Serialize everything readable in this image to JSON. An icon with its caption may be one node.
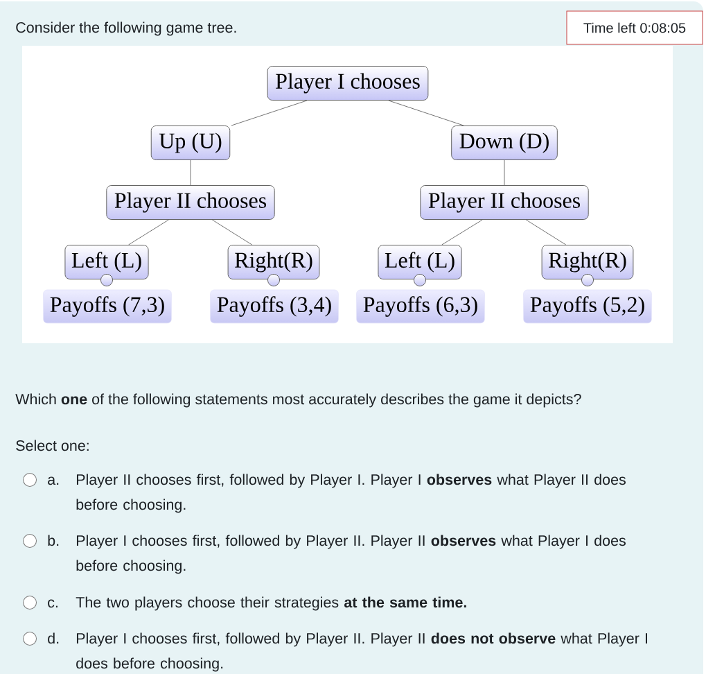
{
  "diagram": {
    "title": "Consider the following game tree.",
    "nodes": [
      {
        "text": [
          "Time left 0:08:05"
        ]
      },
      {
        "text": [
          "Player I chooses"
        ]
      },
      {
        "text": [
          "Up (U)"
        ]
      },
      {
        "text": [
          "Down (D)"
        ]
      },
      {
        "text": [
          "Player II chooses"
        ]
      },
      {
        "text": [
          "Player II chooses"
        ]
      },
      {
        "text": [
          "Left (L)"
        ]
      },
      {
        "text": [
          "Right(R)"
        ]
      },
      {
        "text": [
          "Left (L)"
        ]
      },
      {
        "text": [
          "Right(R)"
        ]
      },
      {
        "text": [
          "Payoffs (7,3)"
        ]
      },
      {
        "text": [
          "Payoffs (3,4)"
        ]
      },
      {
        "text": [
          "Payoffs (6,3)"
        ]
      },
      {
        "text": [
          "Payoffs (5,2)"
        ]
      }
    ],
    "edges": [
      {
        "from": 1,
        "to": 2,
        "arrow": "none"
      },
      {
        "from": 1,
        "to": 3,
        "arrow": "none"
      },
      {
        "from": 2,
        "to": 4,
        "arrow": "none"
      },
      {
        "from": 3,
        "to": 5,
        "arrow": "none"
      },
      {
        "from": 4,
        "to": 6,
        "arrow": "none"
      },
      {
        "from": 4,
        "to": 7,
        "arrow": "none"
      },
      {
        "from": 5,
        "to": 8,
        "arrow": "none"
      },
      {
        "from": 5,
        "to": 9,
        "arrow": "none"
      }
    ],
    "labels": [
      "Which **one** of the following statements most accurately describes the game it depicts?",
      "Select one:",
      "a.",
      "Player II chooses first, followed by Player I. Player I **observes** what Player II does before choosing.",
      "b.",
      "Player I chooses first, followed by Player II. Player II **observes** what Player I does before choosing.",
      "c.",
      "The two players choose their strategies **at the same time.**",
      "d.",
      "Player I chooses first, followed by Player II. Player II **does not observe** what Player I does before choosing."
    ]
  }
}
